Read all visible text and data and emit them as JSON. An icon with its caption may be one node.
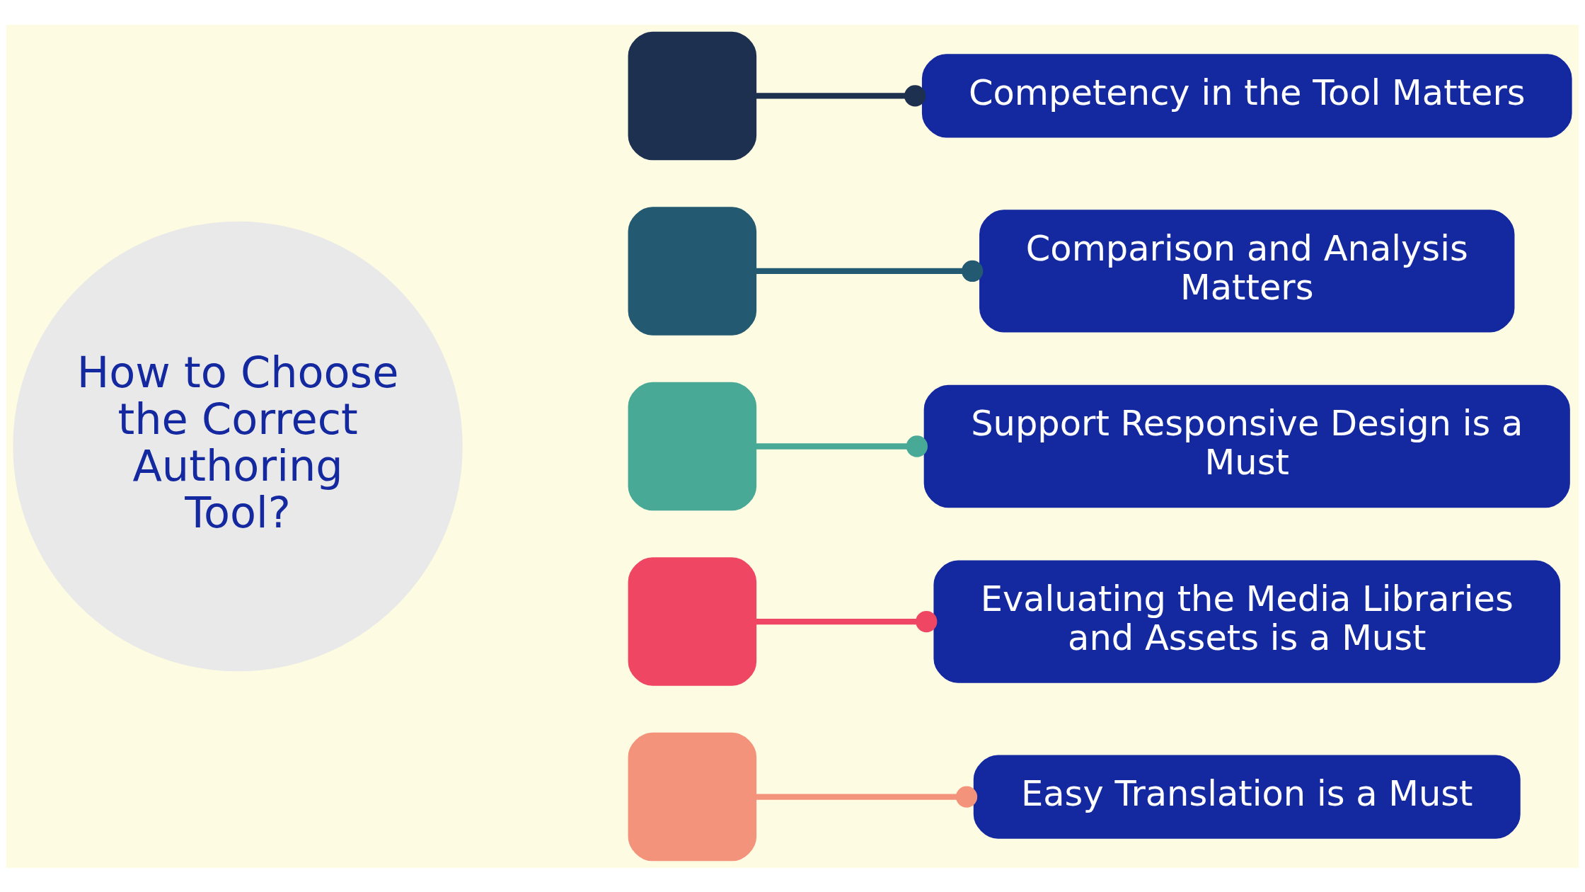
{
  "diagram": {
    "nodes": [
      {
        "text": [
          "How to Choose the Correct Authoring Tool?"
        ]
      },
      {
        "text": [],
        "shape": "arc"
      },
      {
        "text": [],
        "shape": "arc"
      },
      {
        "text": [],
        "shape": "arc"
      },
      {
        "text": [],
        "shape": "arc"
      },
      {
        "text": [],
        "shape": "arc"
      },
      {
        "text": [
          "Competency in the Tool Matters"
        ]
      },
      {
        "text": [
          "Comparison and Analysis Matters"
        ]
      },
      {
        "text": [
          "Support Responsive Design is a Must"
        ]
      },
      {
        "text": [
          "Evaluating the Media Libraries and Assets is a Must"
        ]
      },
      {
        "text": [
          "Easy Translation is a Must"
        ]
      }
    ],
    "edges": [
      {
        "from": 1,
        "to": 6,
        "arrow": "other",
        "color": "#1e3050"
      },
      {
        "from": 2,
        "to": 7,
        "arrow": "other",
        "color": "#235a72"
      },
      {
        "from": 3,
        "to": 8,
        "arrow": "other",
        "color": "#48a996"
      },
      {
        "from": 4,
        "to": 9,
        "arrow": "other",
        "color": "#ef4763"
      },
      {
        "from": 5,
        "to": 10,
        "arrow": "other",
        "color": "#f4937b"
      }
    ]
  }
}
